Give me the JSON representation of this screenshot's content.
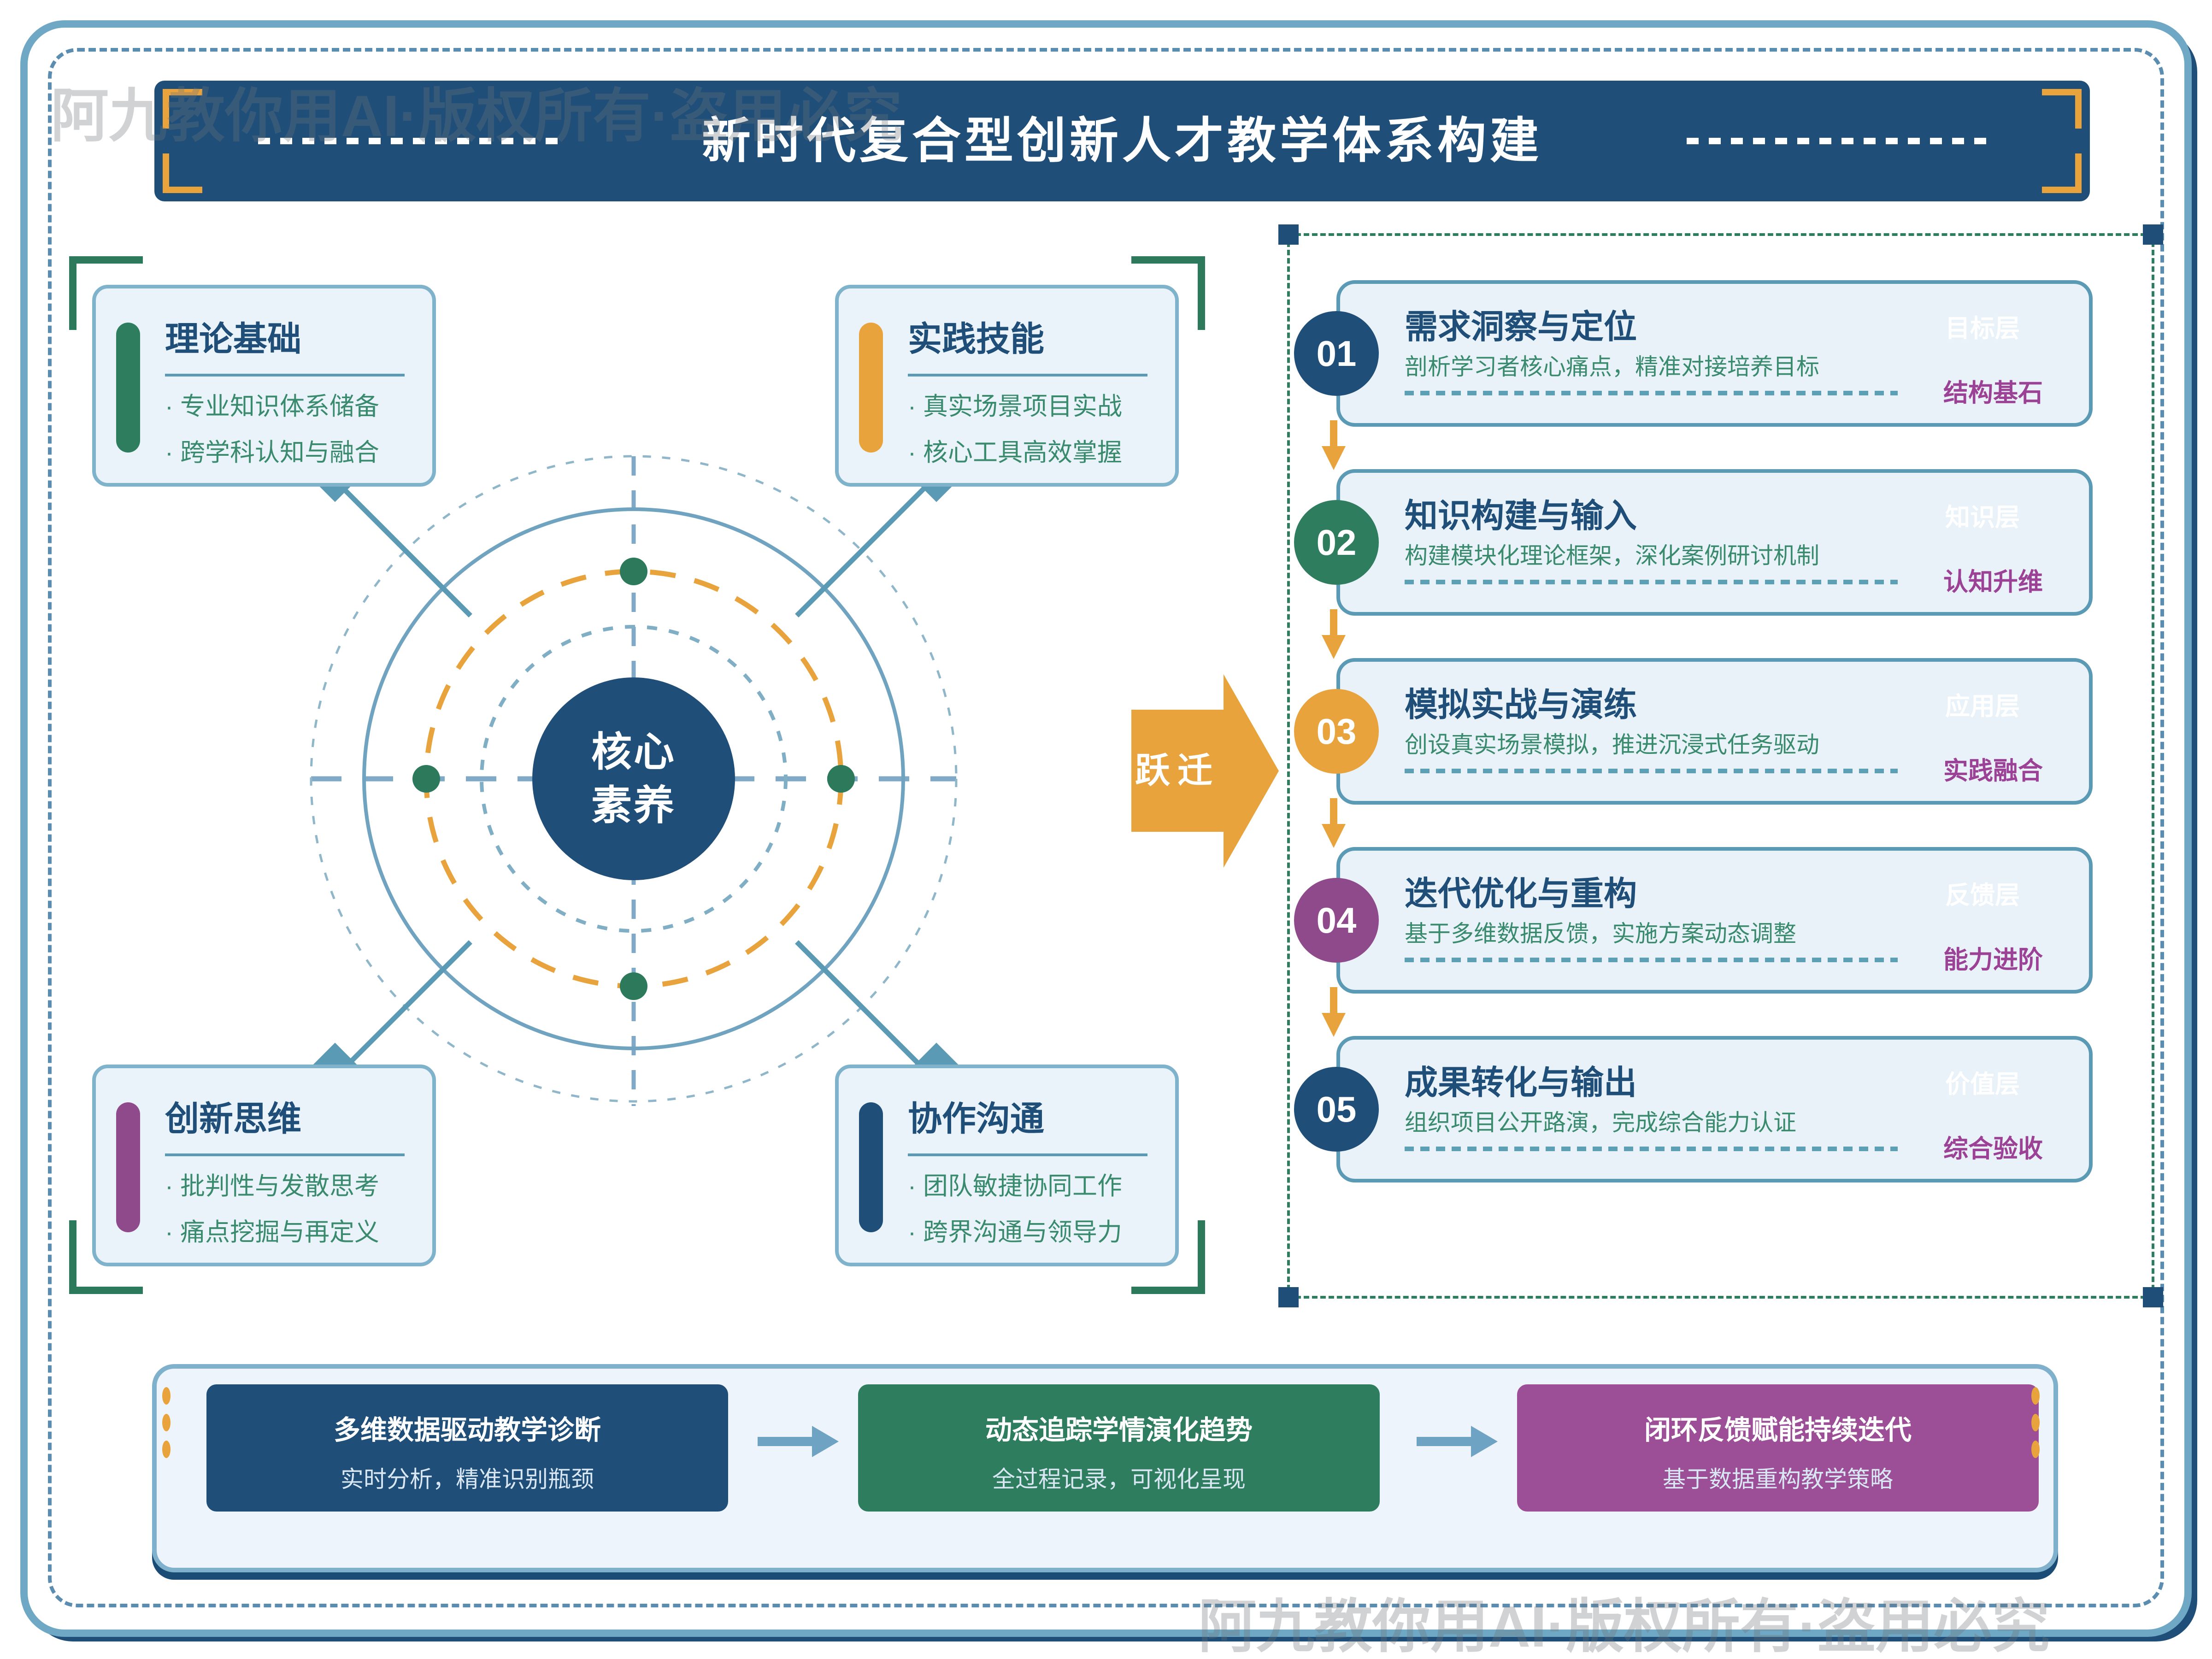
{
  "watermark": "阿九教你用AI·版权所有·盗用必究",
  "header": {
    "title": "新时代复合型创新人才教学体系构建"
  },
  "core": {
    "line1": "核心",
    "line2": "素养"
  },
  "leap": {
    "label": "跃迁"
  },
  "competency_cards": [
    {
      "title": "理论基础",
      "accent": "#2e7d5e",
      "bullets": [
        "· 专业知识体系储备",
        "· 跨学科认知与融合"
      ]
    },
    {
      "title": "实践技能",
      "accent": "#e8a33d",
      "bullets": [
        "· 真实场景项目实战",
        "· 核心工具高效掌握"
      ]
    },
    {
      "title": "创新思维",
      "accent": "#8e4a8b",
      "bullets": [
        "· 批判性与发散思考",
        "· 痛点挖掘与再定义"
      ]
    },
    {
      "title": "协作沟通",
      "accent": "#1f4e79",
      "bullets": [
        "· 团队敏捷协同工作",
        "· 跨界沟通与领导力"
      ]
    }
  ],
  "steps": [
    {
      "num": "01",
      "title": "需求洞察与定位",
      "desc": "剖析学习者核心痛点，精准对接培养目标",
      "layer": "目标层",
      "tag": "结构基石",
      "color": "#1f4e79"
    },
    {
      "num": "02",
      "title": "知识构建与输入",
      "desc": "构建模块化理论框架，深化案例研讨机制",
      "layer": "知识层",
      "tag": "认知升维",
      "color": "#2e7d5e"
    },
    {
      "num": "03",
      "title": "模拟实战与演练",
      "desc": "创设真实场景模拟，推进沉浸式任务驱动",
      "layer": "应用层",
      "tag": "实践融合",
      "color": "#e8a33d"
    },
    {
      "num": "04",
      "title": "迭代优化与重构",
      "desc": "基于多维数据反馈，实施方案动态调整",
      "layer": "反馈层",
      "tag": "能力进阶",
      "color": "#8e4a8b"
    },
    {
      "num": "05",
      "title": "成果转化与输出",
      "desc": "组织项目公开路演，完成综合能力认证",
      "layer": "价值层",
      "tag": "综合验收",
      "color": "#1f4e79"
    }
  ],
  "bottom_flow": {
    "boxes": [
      {
        "title": "多维数据驱动教学诊断",
        "subtitle": "实时分析，精准识别瓶颈",
        "color": "#1f4e79"
      },
      {
        "title": "动态追踪学情演化趋势",
        "subtitle": "全过程记录，可视化呈现",
        "color": "#2e7d5e"
      },
      {
        "title": "闭环反馈赋能持续迭代",
        "subtitle": "基于数据重构教学策略",
        "color": "#9c4f96"
      }
    ]
  },
  "colors": {
    "navy": "#1f4e79",
    "green": "#2e7d5e",
    "orange": "#e8a33d",
    "purple": "#9c4f96",
    "steel_blue": "#5b9ab5",
    "card_bg": "#eaf3fa",
    "card_border": "#7fb3cc",
    "page_border": "#6fa8c4",
    "dash_border": "#5b8db0",
    "panel_dash": "#2e7d5e",
    "desc_green": "#3a8a6e",
    "tag_purple": "#9c4296",
    "band_bg": "#edf4fb"
  }
}
